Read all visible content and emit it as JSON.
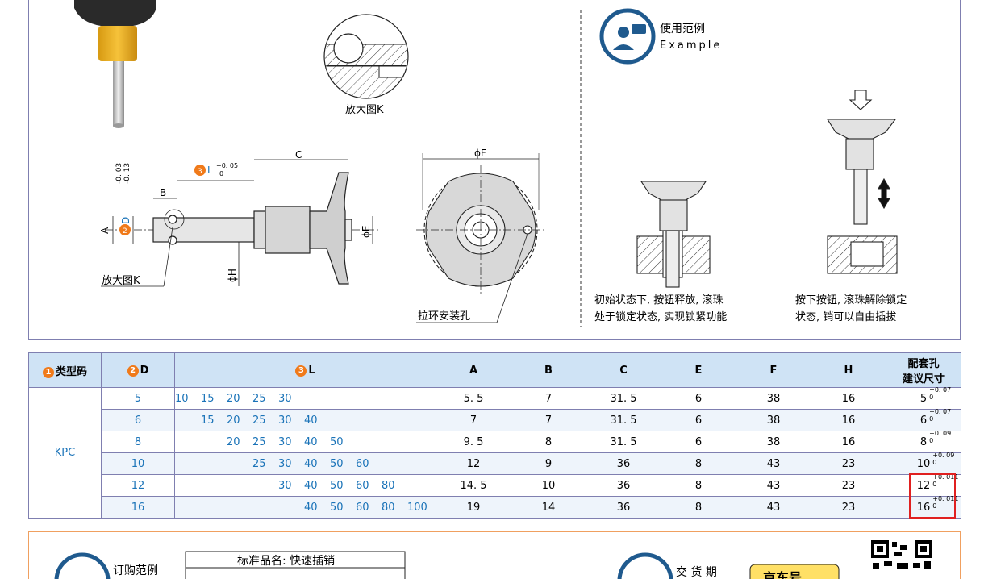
{
  "drawing": {
    "detail_title": "放大图K",
    "detail_label": "放大图K",
    "mount_hole_label": "拉环安装孔",
    "dim_C": "C",
    "dim_B": "B",
    "dim_A": "A",
    "dim_D_circle": "2",
    "dim_D": "D",
    "dim_E": "ϕE",
    "dim_H": "ϕH",
    "dim_F": "ϕF",
    "dim_L_circle": "3",
    "dim_L": "L",
    "dim_L_tol_upper": "+0. 05",
    "dim_L_tol_lower": "0",
    "dim_D_tol_upper": "-0. 03",
    "dim_D_tol_lower": "-0. 13"
  },
  "example": {
    "title": "使用范例",
    "subtitle": "Example",
    "caption_left_1": "初始状态下, 按钮释放, 滚珠",
    "caption_left_2": "处于锁定状态, 实现锁紧功能",
    "caption_right_1": "按下按钮, 滚珠解除锁定",
    "caption_right_2": "状态, 销可以自由插拔"
  },
  "table": {
    "headers": {
      "type_circle": "1",
      "type": "类型码",
      "d_circle": "2",
      "d": "D",
      "l_circle": "3",
      "l": "L",
      "a": "A",
      "b": "B",
      "c": "C",
      "e": "E",
      "f": "F",
      "h": "H",
      "hole_1": "配套孔",
      "hole_2": "建议尺寸"
    },
    "type_code": "KPC",
    "rows": [
      {
        "d": "5",
        "l": [
          "10",
          "15",
          "20",
          "25",
          "30",
          "",
          "",
          "",
          ""
        ],
        "a": "5. 5",
        "b": "7",
        "c": "31. 5",
        "e": "6",
        "f": "38",
        "h": "16",
        "hole": "5",
        "tol_u": "+0. 07",
        "tol_l": "0"
      },
      {
        "d": "6",
        "l": [
          "",
          "15",
          "20",
          "25",
          "30",
          "40",
          "",
          "",
          ""
        ],
        "a": "7",
        "b": "7",
        "c": "31. 5",
        "e": "6",
        "f": "38",
        "h": "16",
        "hole": "6",
        "tol_u": "+0. 07",
        "tol_l": "0"
      },
      {
        "d": "8",
        "l": [
          "",
          "",
          "20",
          "25",
          "30",
          "40",
          "50",
          "",
          ""
        ],
        "a": "9. 5",
        "b": "8",
        "c": "31. 5",
        "e": "6",
        "f": "38",
        "h": "16",
        "hole": "8",
        "tol_u": "+0. 09",
        "tol_l": "0"
      },
      {
        "d": "10",
        "l": [
          "",
          "",
          "",
          "25",
          "30",
          "40",
          "50",
          "60",
          ""
        ],
        "a": "12",
        "b": "9",
        "c": "36",
        "e": "8",
        "f": "43",
        "h": "23",
        "hole": "10",
        "tol_u": "+0. 09",
        "tol_l": "0"
      },
      {
        "d": "12",
        "l": [
          "",
          "",
          "",
          "",
          "30",
          "40",
          "50",
          "60",
          "80"
        ],
        "a": "14. 5",
        "b": "10",
        "c": "36",
        "e": "8",
        "f": "43",
        "h": "23",
        "hole": "12",
        "tol_u": "+0. 011",
        "tol_l": "0"
      },
      {
        "d": "16",
        "l": [
          "",
          "",
          "",
          "",
          "",
          "40",
          "50",
          "60",
          "80",
          "100"
        ],
        "a": "19",
        "b": "14",
        "c": "36",
        "e": "8",
        "f": "43",
        "h": "23",
        "hole": "16",
        "tol_u": "+0. 011",
        "tol_l": "0"
      }
    ]
  },
  "bottom": {
    "order_title": "订购范例",
    "std_name": "标准品名: 快速插销",
    "delivery_label": "交 货 期",
    "delivery_badge": "京东号"
  }
}
